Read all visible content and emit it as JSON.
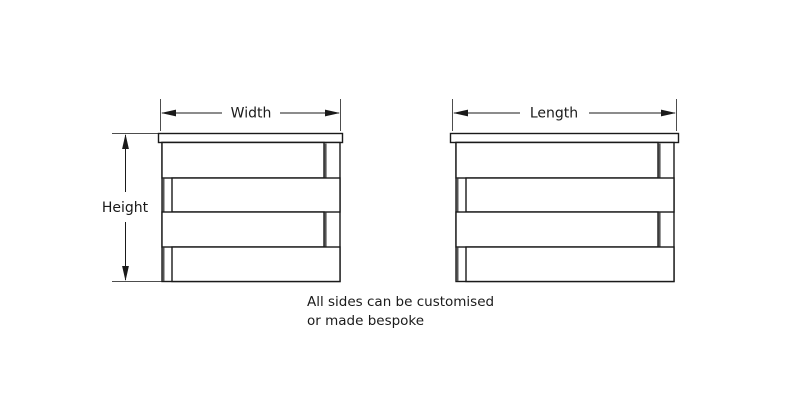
{
  "drawing": {
    "title": "Furniture dimension drawing",
    "background_color": "#ffffff",
    "line_color": "#1a1a1a",
    "leg_color": "#555555",
    "extension_line_color": "#4d4d4d",
    "dimensions": {
      "width_label": "Width",
      "length_label": "Length",
      "height_label": "Height"
    },
    "caption": {
      "line1": "All sides can be customised",
      "line2": "or made bespoke"
    },
    "views": [
      {
        "name": "front-view",
        "dimension_label": "Width",
        "slat_count": 4
      },
      {
        "name": "side-view",
        "dimension_label": "Length",
        "slat_count": 4
      }
    ]
  }
}
